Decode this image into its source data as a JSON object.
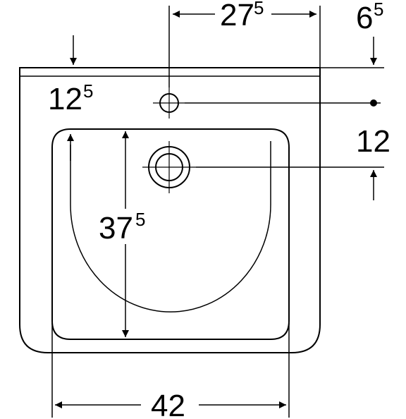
{
  "dimensions": {
    "top_width": {
      "main": "27",
      "sup": "5"
    },
    "top_offset": {
      "main": "6",
      "sup": "5"
    },
    "left_top_margin": {
      "main": "12",
      "sup": "5"
    },
    "right_height": {
      "main": "12",
      "sup": ""
    },
    "inner_height": {
      "main": "37",
      "sup": "5"
    },
    "bottom_width": {
      "main": "42",
      "sup": ""
    }
  }
}
